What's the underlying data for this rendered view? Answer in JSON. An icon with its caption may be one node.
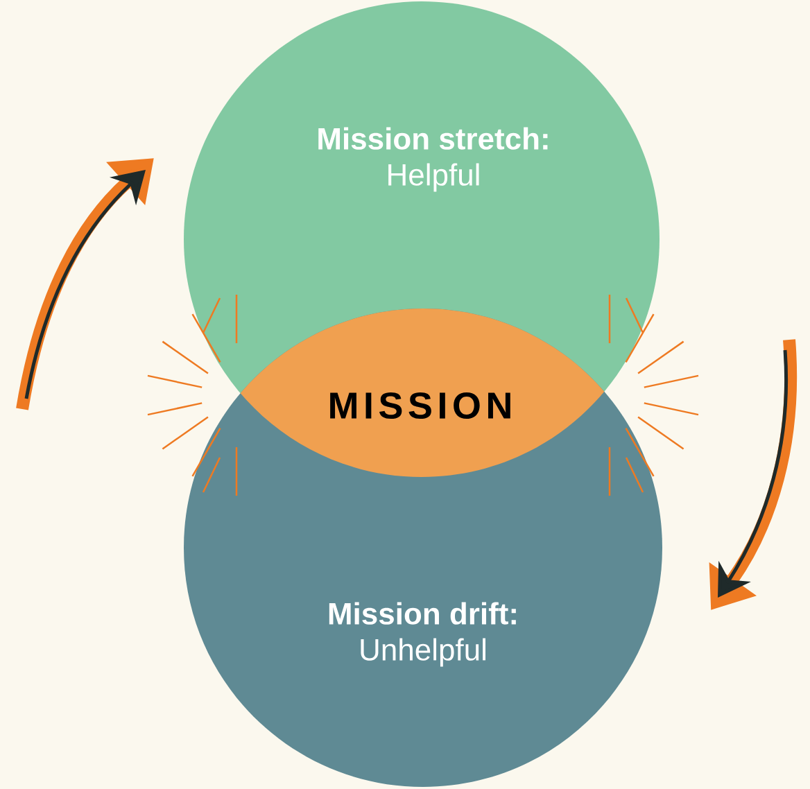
{
  "diagram": {
    "nodes": [
      {
        "text": [
          "Mission stretch:",
          "Helpful"
        ]
      },
      {
        "text": [
          "Mission drift:",
          "Unhelpful"
        ]
      },
      {
        "text": [
          "MISSION"
        ]
      }
    ]
  }
}
